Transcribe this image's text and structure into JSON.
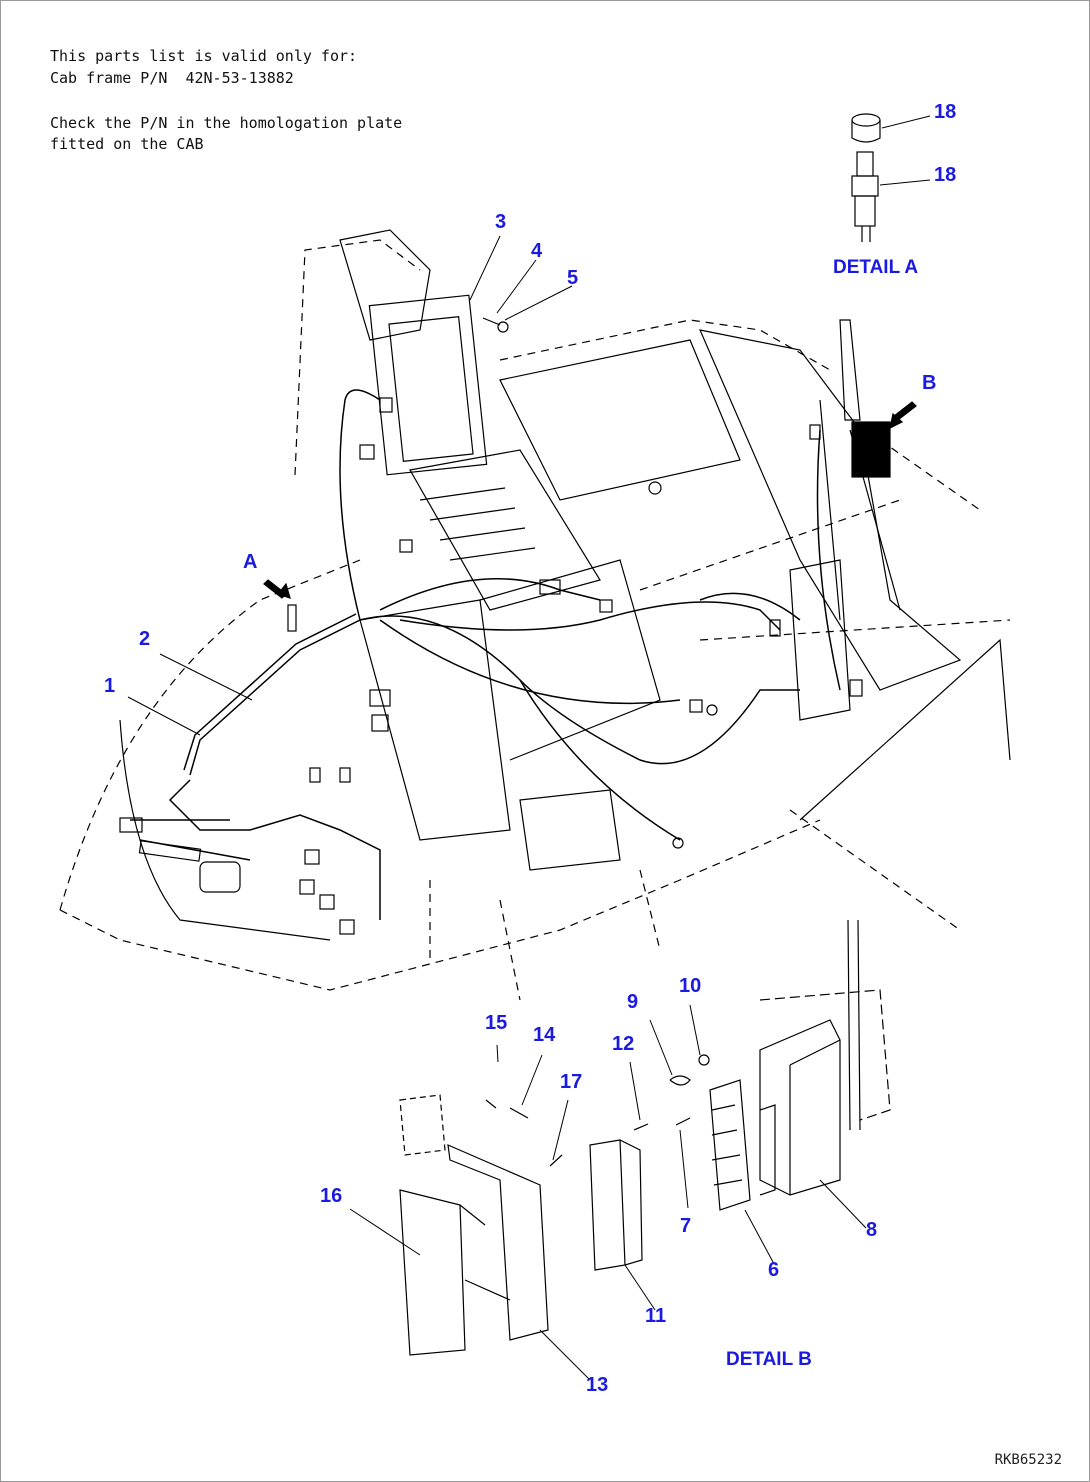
{
  "notes": [
    "This parts list is valid only for:",
    "Cab frame P/N  42N-53-13882",
    "Check the P/N in the homologation plate",
    "fitted on the CAB"
  ],
  "callouts": {
    "c1": "1",
    "c2": "2",
    "c3": "3",
    "c4": "4",
    "c5": "5",
    "c6": "6",
    "c7": "7",
    "c8": "8",
    "c9": "9",
    "c10": "10",
    "c11": "11",
    "c12": "12",
    "c13": "13",
    "c14": "14",
    "c15": "15",
    "c16": "16",
    "c17": "17",
    "c18a": "18",
    "c18b": "18",
    "arrowA": "A",
    "arrowB": "B"
  },
  "details": {
    "a": "DETAIL A",
    "b": "DETAIL B"
  },
  "drawing_code": "RKB65232",
  "colors": {
    "callout": "#1a1ae0",
    "line": "#000000"
  }
}
